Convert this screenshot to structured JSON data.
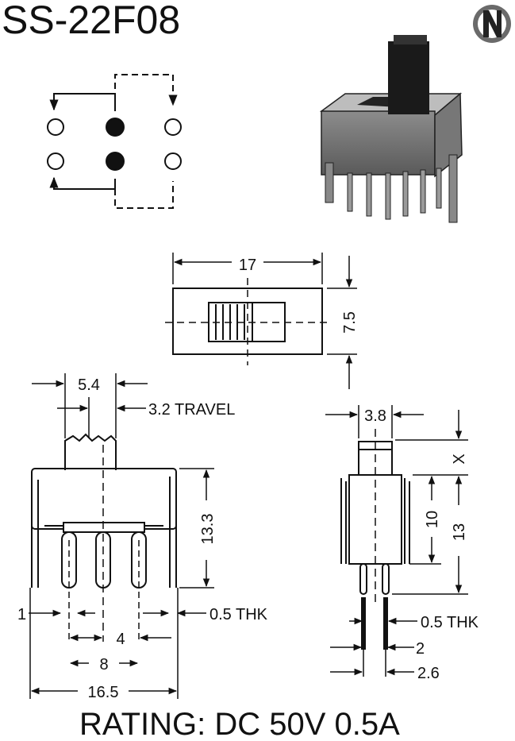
{
  "title": "SS-22F08",
  "logo": "N",
  "dimensions": {
    "top_width": "17",
    "top_height": "7.5",
    "actuator_width": "5.4",
    "travel": "3.2 TRAVEL",
    "body_height": "13.3",
    "pin_offset": "1",
    "thickness_front": "0.5 THK",
    "pin_pitch": "4",
    "pin_span": "8",
    "overall_width": "16.5",
    "side_actuator_width": "3.8",
    "actuator_height": "X",
    "side_body_height": "10",
    "side_total_height": "13",
    "thickness_side": "0.5 THK",
    "pin_spacing": "2",
    "pin_outer": "2.6"
  },
  "rating": "RATING: DC 50V 0.5A"
}
